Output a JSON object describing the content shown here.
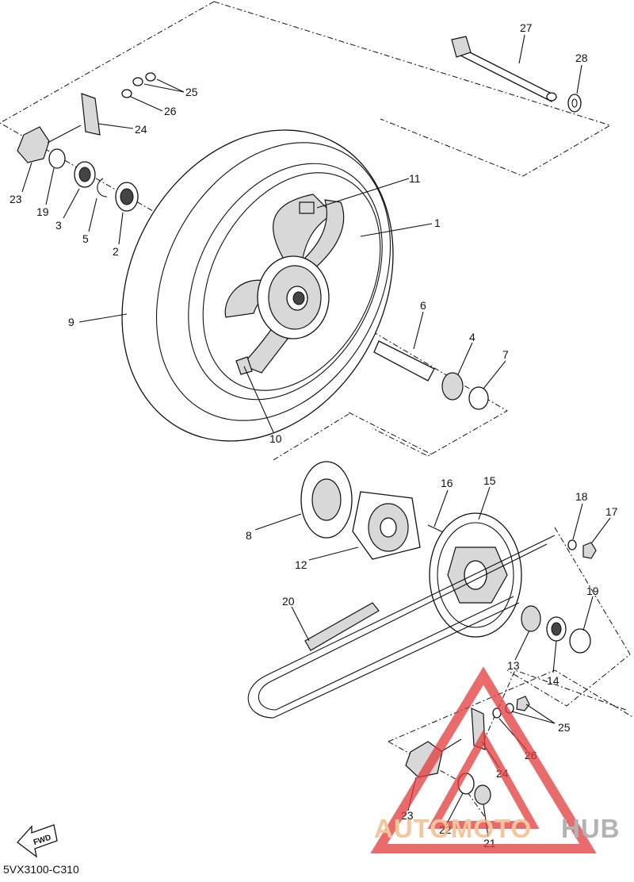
{
  "diagram": {
    "code": "5VX3100-C310",
    "fwd_label": "FWD",
    "watermark": {
      "part1": "AUTOMOTO",
      "part2": "HUB",
      "color1": "#f2b27a",
      "color2": "#9a9a9a",
      "triangle_color": "#e23a3a"
    },
    "callouts": [
      "27",
      "28",
      "25",
      "26",
      "24",
      "23",
      "19",
      "3",
      "5",
      "2",
      "11",
      "1",
      "9",
      "6",
      "4",
      "7",
      "10",
      "16",
      "15",
      "18",
      "17",
      "8",
      "12",
      "20",
      "19",
      "13",
      "14",
      "25",
      "26",
      "24",
      "23",
      "22",
      "21"
    ]
  }
}
